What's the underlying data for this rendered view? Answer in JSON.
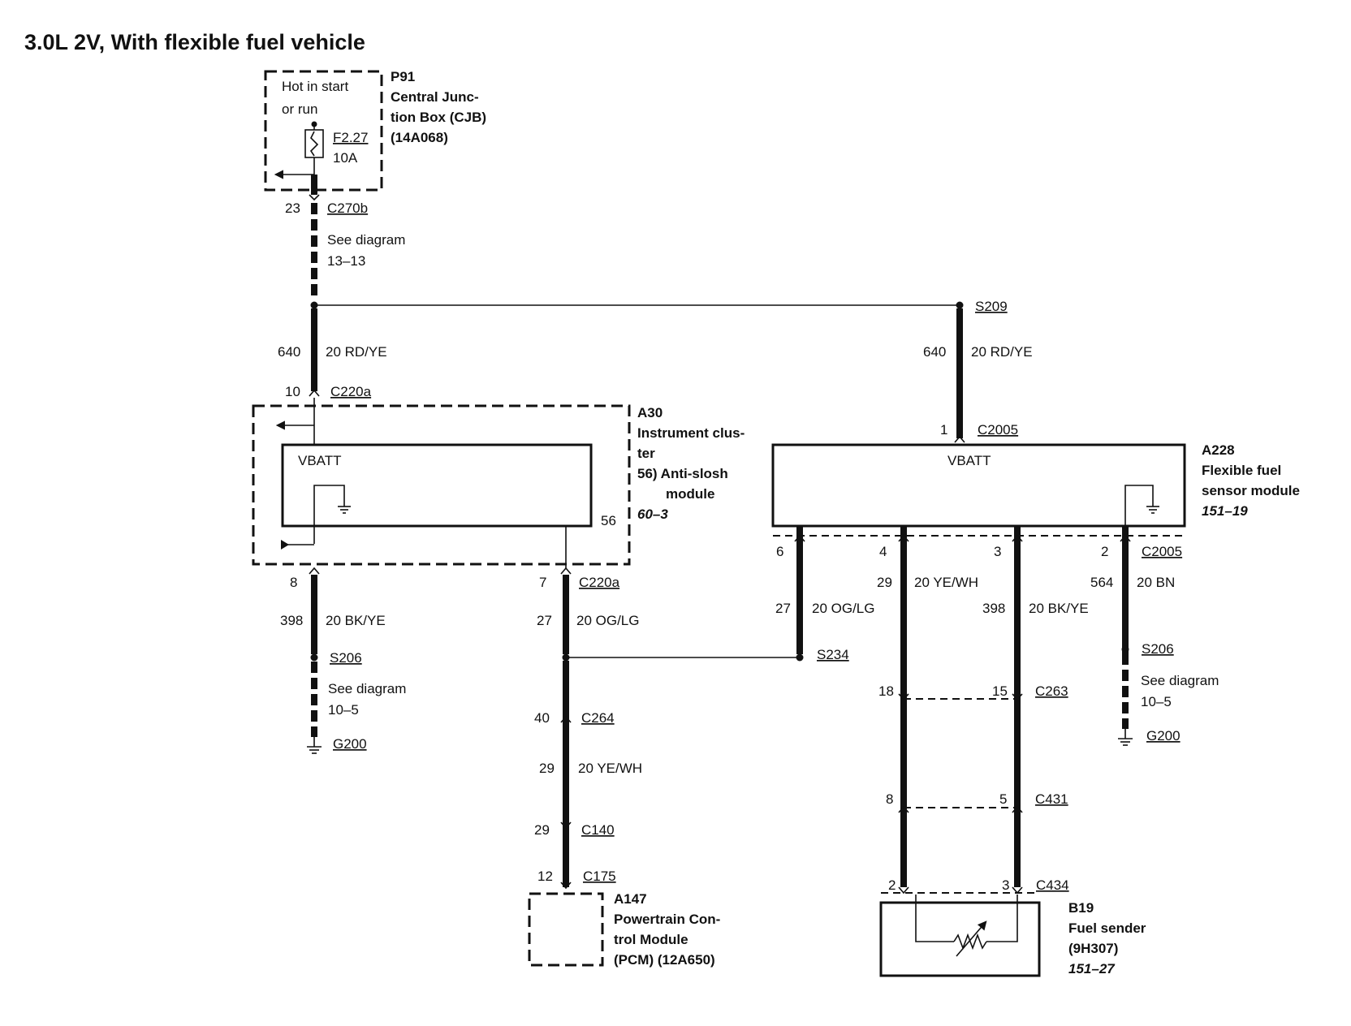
{
  "title": "3.0L 2V, With flexible fuel vehicle",
  "cjb": {
    "hot_label_1": "Hot in start",
    "hot_label_2": "or run",
    "fuse_id": "F2.27",
    "fuse_rating": "10A",
    "id": "P91",
    "name_1": "Central Junc-",
    "name_2": "tion Box (CJB)",
    "part": "(14A068)"
  },
  "c270b": {
    "pin": "23",
    "name": "C270b",
    "see_1": "See diagram",
    "see_2": "13–13"
  },
  "left_feed": {
    "circuit": "640",
    "wire": "20 RD/YE"
  },
  "splice_s209": {
    "name": "S209",
    "circuit": "640",
    "wire": "20 RD/YE"
  },
  "c220a_top": {
    "pin": "10",
    "name": "C220a"
  },
  "cluster": {
    "id": "A30",
    "name_1": "Instrument clus-",
    "name_2": "ter",
    "sub_1": "56) Anti-slosh",
    "sub_2": "module",
    "ref": "60–3",
    "vbatt": "VBATT",
    "pin56": "56"
  },
  "cluster_ground": {
    "pin": "8",
    "circuit": "398",
    "wire": "20 BK/YE",
    "splice": "S206",
    "see_1": "See diagram",
    "see_2": "10–5",
    "ground": "G200"
  },
  "cluster_signal": {
    "pin": "7",
    "connector": "C220a",
    "circuit": "27",
    "wire": "20 OG/LG"
  },
  "pcm_path": {
    "c264_pin": "40",
    "c264": "C264",
    "circuit": "29",
    "wire": "20 YE/WH",
    "c140_pin": "29",
    "c140": "C140",
    "c175_pin": "12",
    "c175": "C175"
  },
  "pcm": {
    "id": "A147",
    "name_1": "Powertrain Con-",
    "name_2": "trol Module",
    "name_3": "(PCM) (12A650)"
  },
  "ffs": {
    "pin": "1",
    "connector": "C2005",
    "vbatt": "VBATT",
    "id": "A228",
    "name_1": "Flexible fuel",
    "name_2": "sensor module",
    "ref": "151–19"
  },
  "ffs_pins": {
    "p6": "6",
    "p4": "4",
    "p3": "3",
    "p2": "2",
    "connector": "C2005",
    "w6_circuit": "27",
    "w6_wire": "20 OG/LG",
    "w4_circuit": "29",
    "w4_wire": "20 YE/WH",
    "w3_circuit": "398",
    "w3_wire": "20 BK/YE",
    "w2_circuit": "564",
    "w2_wire": "20 BN"
  },
  "splice_s234": "S234",
  "ffs_ground": {
    "splice": "S206",
    "see_1": "See diagram",
    "see_2": "10–5",
    "ground": "G200"
  },
  "c263": {
    "left": "18",
    "right": "15",
    "name": "C263"
  },
  "c431": {
    "left": "8",
    "right": "5",
    "name": "C431"
  },
  "c434": {
    "left": "2",
    "right": "3",
    "name": "C434"
  },
  "sender": {
    "id": "B19",
    "name": "Fuel sender",
    "part": "(9H307)",
    "ref": "151–27"
  }
}
